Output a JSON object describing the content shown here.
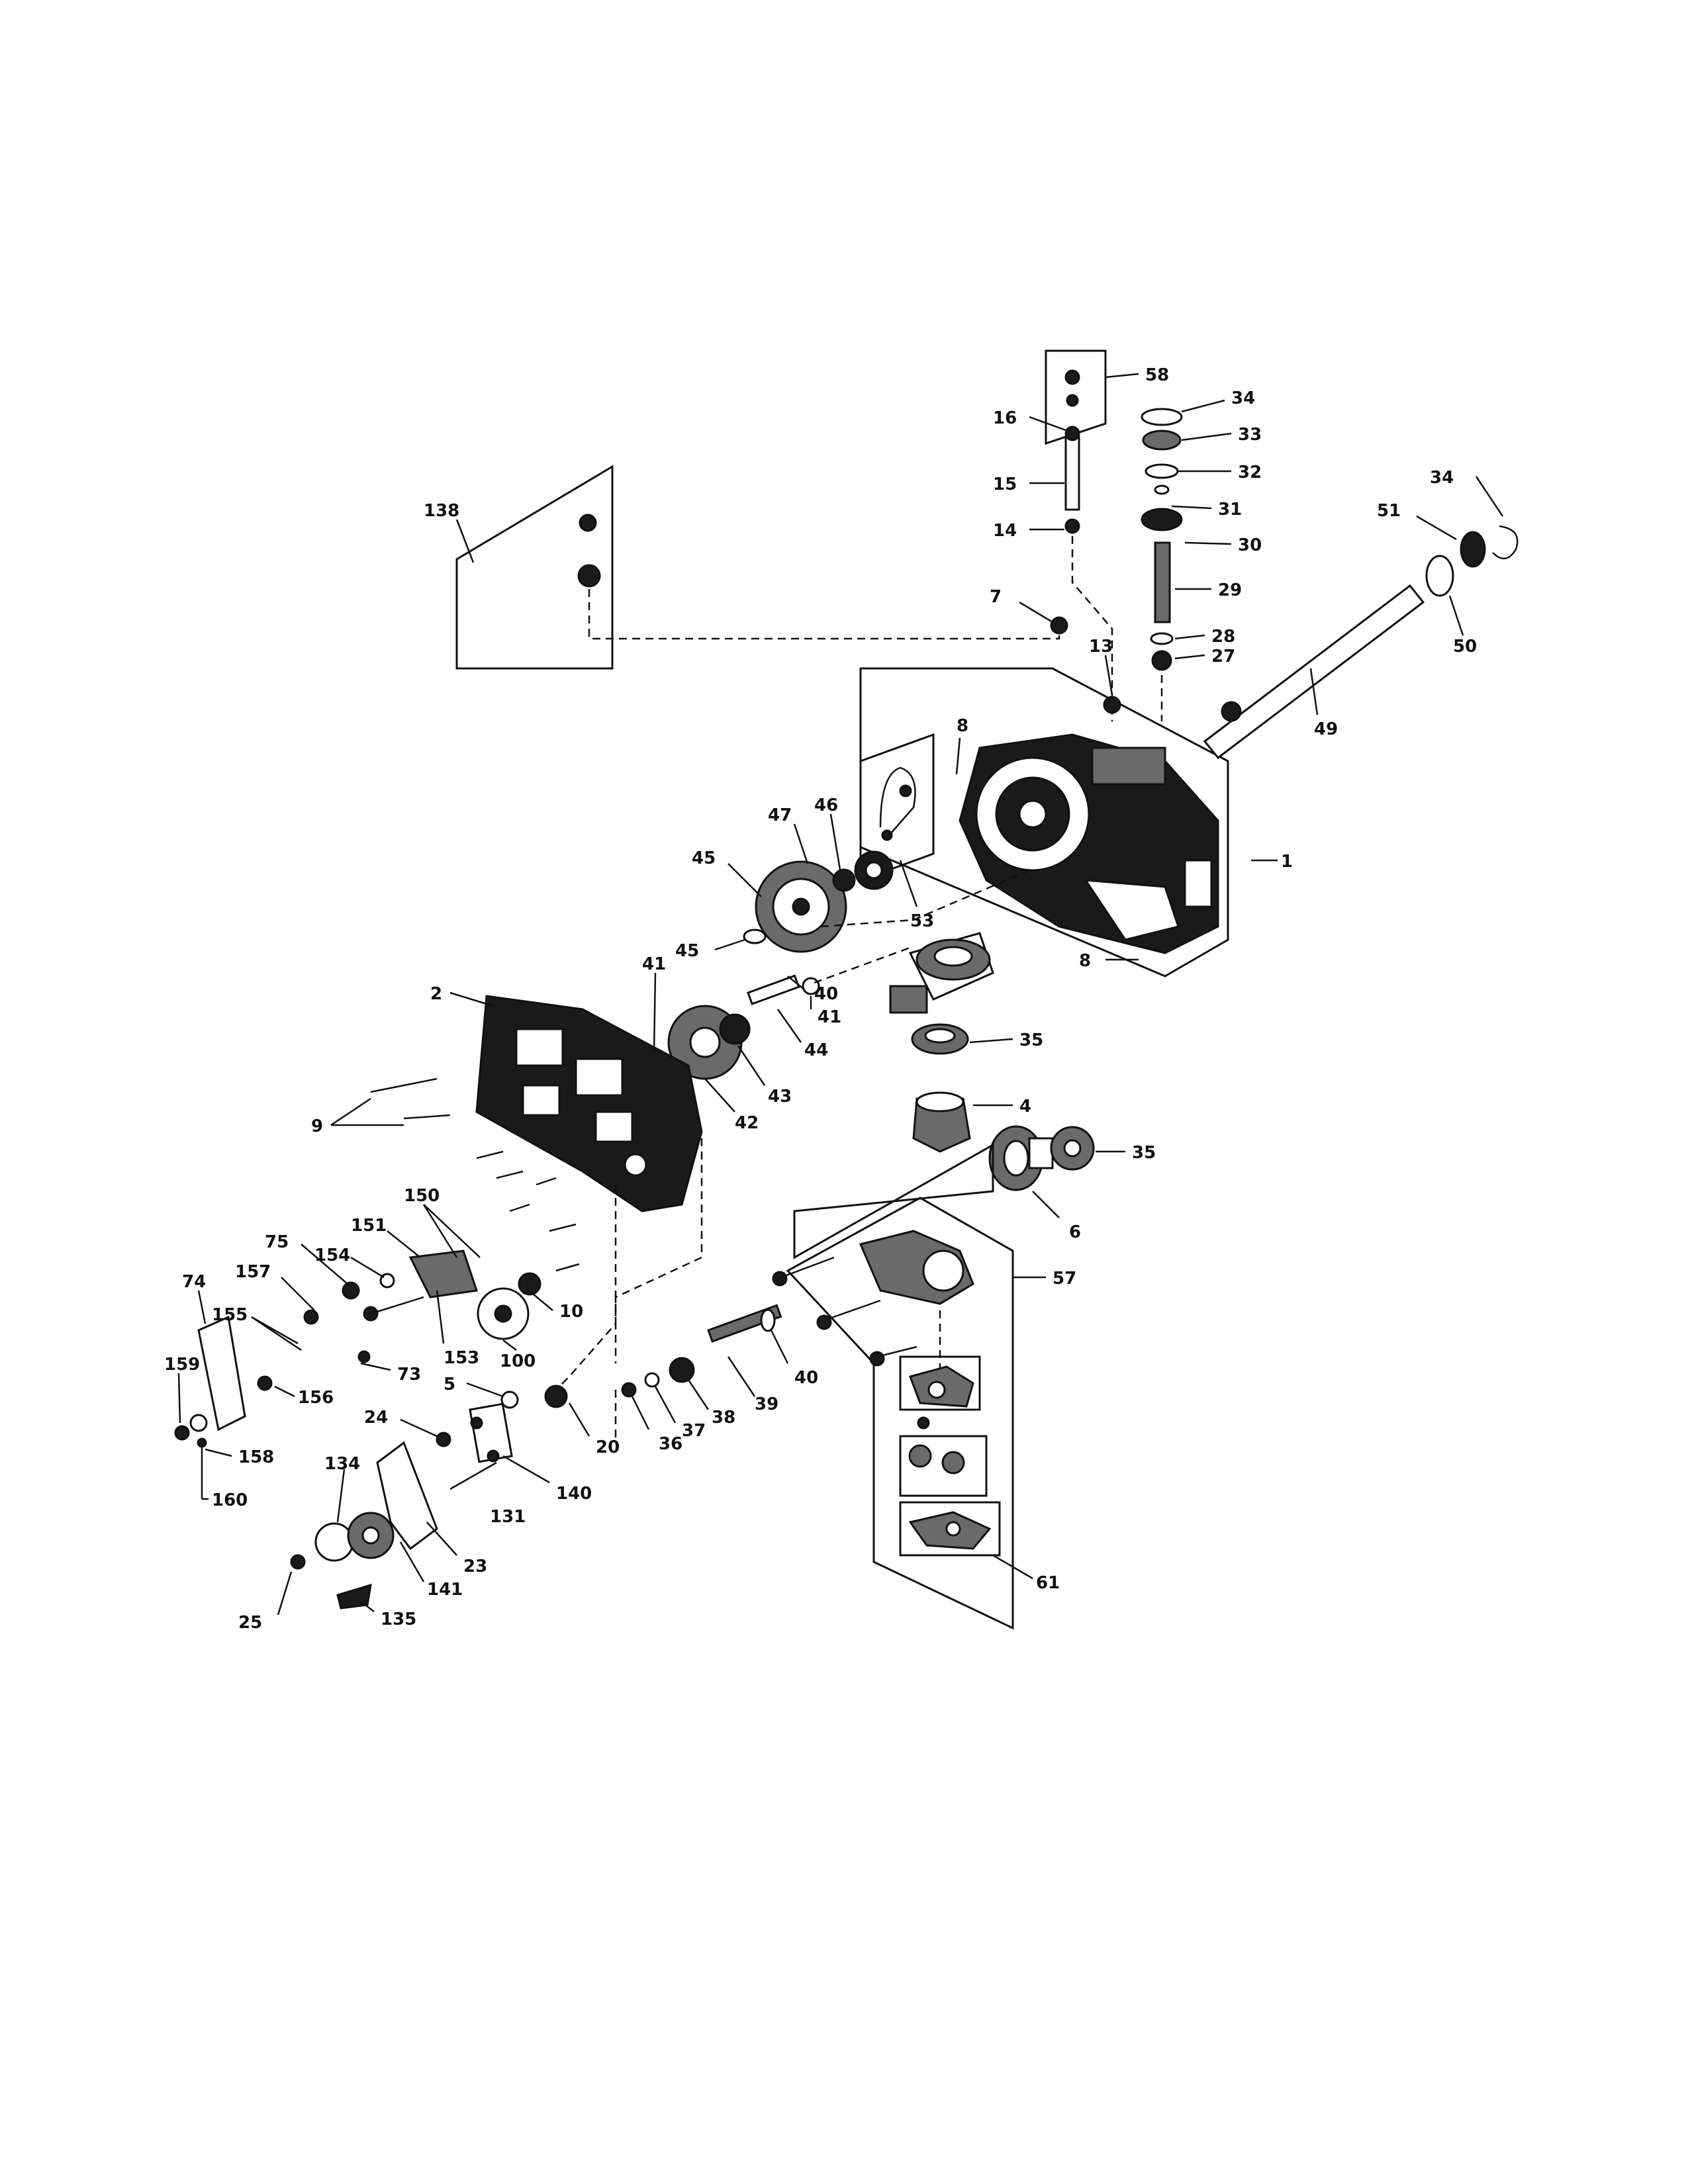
{
  "diagram": {
    "callouts": [
      "1",
      "2",
      "4",
      "5",
      "6",
      "7",
      "8",
      "8",
      "9",
      "10",
      "13",
      "14",
      "15",
      "16",
      "20",
      "23",
      "24",
      "25",
      "27",
      "28",
      "29",
      "30",
      "31",
      "32",
      "33",
      "34",
      "34",
      "35",
      "35",
      "36",
      "37",
      "38",
      "39",
      "40",
      "40",
      "41",
      "41",
      "42",
      "43",
      "44",
      "45",
      "45",
      "46",
      "47",
      "49",
      "50",
      "51",
      "53",
      "57",
      "58",
      "61",
      "73",
      "74",
      "75",
      "100",
      "131",
      "134",
      "135",
      "138",
      "140",
      "141",
      "150",
      "151",
      "153",
      "154",
      "155",
      "156",
      "157",
      "158",
      "159",
      "160"
    ]
  }
}
